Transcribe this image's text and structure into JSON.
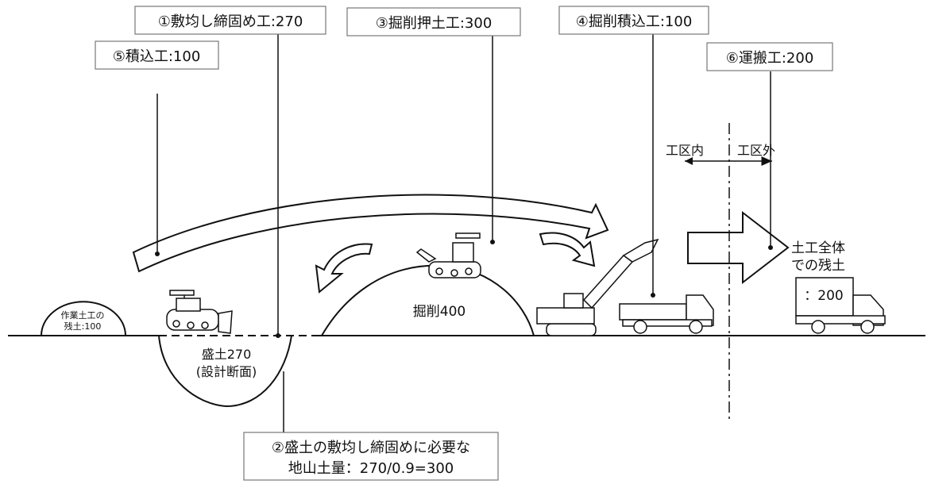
{
  "labels": {
    "op1": "①敷均し締固め工:270",
    "op3": "③掘削押土工:300",
    "op4": "④掘削積込工:100",
    "op5": "⑤積込工:100",
    "op6": "⑥運搬工:200",
    "op2_line1": "②盛土の敷均し締固めに必要な",
    "op2_line2": "地山土量：270/0.9=300"
  },
  "mounds": {
    "residual_line1": "作業土工の",
    "residual_line2": "残土:100",
    "fill_line1": "盛土270",
    "fill_line2": "(設計断面)",
    "cut": "掘削400"
  },
  "zone": {
    "inside": "工区内",
    "outside": "工区外"
  },
  "overall": {
    "line1": "土工全体",
    "line2": "での残土",
    "truck_load": "：200"
  }
}
